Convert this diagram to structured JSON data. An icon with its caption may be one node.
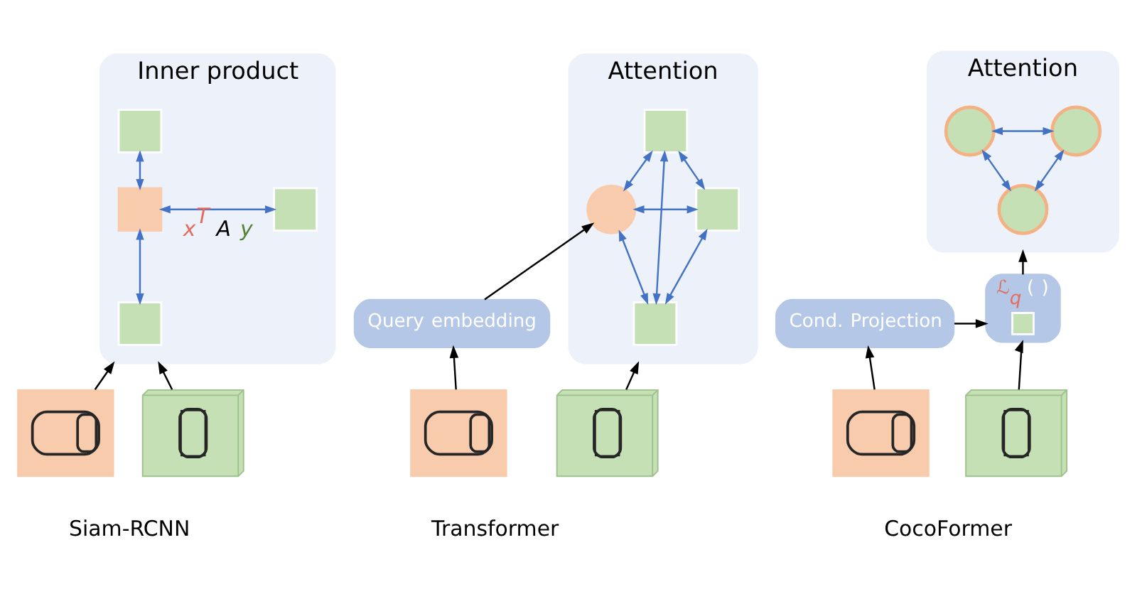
{
  "diagram": {
    "nodes": [
      {
        "text": [
          "Inner product"
        ]
      },
      {
        "text": [],
        "shape": "box",
        "in": 0
      },
      {
        "text": [],
        "shape": "box",
        "in": 0
      },
      {
        "text": [],
        "shape": "box",
        "in": 0
      },
      {
        "text": [],
        "shape": "box",
        "in": 0
      },
      {
        "text": [
          "Attention"
        ]
      },
      {
        "text": [],
        "shape": "circle",
        "in": 5
      },
      {
        "text": [],
        "shape": "box",
        "in": 5
      },
      {
        "text": [],
        "shape": "box",
        "in": 5
      },
      {
        "text": [],
        "shape": "box",
        "in": 5
      },
      {
        "text": [
          "Attention"
        ]
      },
      {
        "text": [],
        "shape": "circle",
        "in": 10
      },
      {
        "text": [],
        "shape": "circle",
        "in": 10
      },
      {
        "text": [],
        "shape": "circle",
        "in": 10
      },
      {
        "text": [
          "Query embedding"
        ]
      },
      {
        "text": [
          "Cond. Projection"
        ]
      },
      {
        "text": [
          "ℒ$_{q}$ ( )"
        ]
      },
      {
        "text": [],
        "shape": "box",
        "in": 16
      },
      {
        "text": [],
        "shape": "picture"
      },
      {
        "text": [],
        "shape": "picture"
      },
      {
        "text": [],
        "shape": "picture"
      },
      {
        "text": [],
        "shape": "picture"
      },
      {
        "text": [],
        "shape": "picture"
      },
      {
        "text": [],
        "shape": "picture"
      }
    ],
    "edges": [
      {
        "from": 1,
        "to": 2,
        "arrow": "both"
      },
      {
        "from": 1,
        "to": 3,
        "arrow": "both",
        "label": "x$^{T}$ A y"
      },
      {
        "from": 4,
        "to": 1,
        "arrow": "both"
      },
      {
        "from": 6,
        "to": 7,
        "arrow": "both"
      },
      {
        "from": 6,
        "to": 8,
        "arrow": "both"
      },
      {
        "from": 9,
        "to": 6,
        "arrow": "both"
      },
      {
        "from": 8,
        "to": 7,
        "arrow": "both"
      },
      {
        "from": 9,
        "to": 7,
        "arrow": "both"
      },
      {
        "from": 9,
        "to": 8,
        "arrow": "both"
      },
      {
        "from": 13,
        "to": 11,
        "arrow": "both"
      },
      {
        "from": 13,
        "to": 12,
        "arrow": "both"
      },
      {
        "from": 11,
        "to": 12,
        "arrow": "both"
      },
      {
        "from": 18,
        "to": 0,
        "arrow": "to",
        "color": "#000000"
      },
      {
        "from": 19,
        "to": 0,
        "arrow": "to",
        "color": "#000000"
      },
      {
        "from": 20,
        "to": 14,
        "arrow": "to",
        "color": "#000000"
      },
      {
        "from": 14,
        "to": 6,
        "arrow": "to",
        "color": "#000000"
      },
      {
        "from": 21,
        "to": 5,
        "arrow": "to",
        "color": "#000000"
      },
      {
        "from": 22,
        "to": 15,
        "arrow": "to",
        "color": "#000000"
      },
      {
        "from": 15,
        "to": 16,
        "arrow": "to",
        "color": "#000000"
      },
      {
        "from": 23,
        "to": 16,
        "arrow": "to",
        "color": "#000000"
      },
      {
        "from": 16,
        "to": 10,
        "arrow": "to",
        "color": "#000000"
      }
    ],
    "labels": [
      "Siam-RCNN",
      "Transformer",
      "CocoFormer"
    ]
  }
}
